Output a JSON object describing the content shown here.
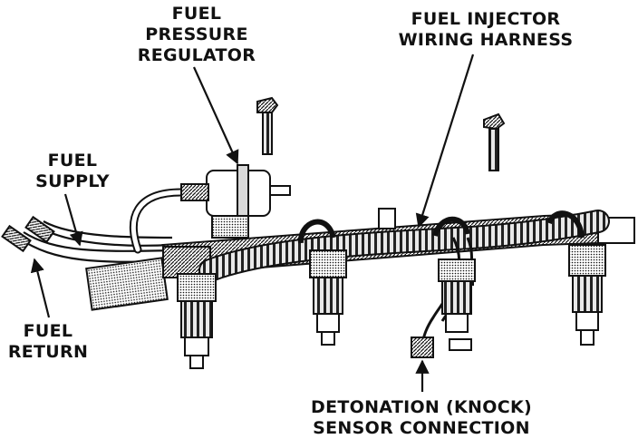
{
  "labels": {
    "fuel_pressure_regulator": [
      "FUEL",
      "PRESSURE",
      "REGULATOR"
    ],
    "fuel_injector_wiring_harness": [
      "FUEL INJECTOR",
      "WIRING HARNESS"
    ],
    "fuel_supply": [
      "FUEL",
      "SUPPLY"
    ],
    "fuel_return": [
      "FUEL",
      "RETURN"
    ],
    "knock_sensor": [
      "DETONATION (KNOCK)",
      "SENSOR CONNECTION"
    ]
  },
  "colors": {
    "ink": "#111111",
    "paper": "#ffffff",
    "shade": "#8a8a8a"
  }
}
